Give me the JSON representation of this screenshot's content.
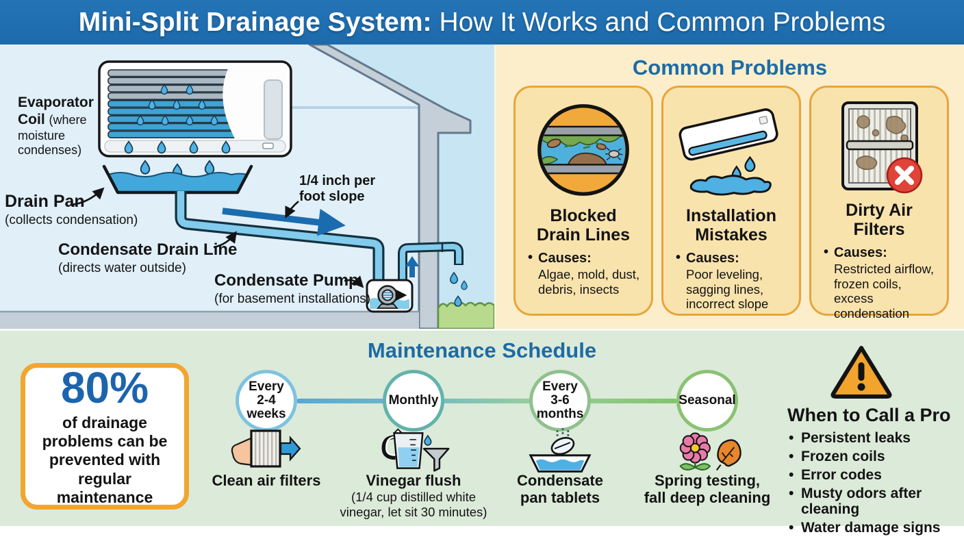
{
  "header": {
    "title_strong": "Mini-Split Drainage System:",
    "title_normal": "How It Works and Common Problems"
  },
  "diagram": {
    "evaporator": {
      "label": "Evaporator Coil ",
      "note": "(where moisture condenses)"
    },
    "drain_pan": {
      "label": "Drain Pan",
      "note": "(collects condensation)"
    },
    "drain_line": {
      "label": "Condensate Drain Line",
      "note": "(directs water outside)"
    },
    "pump": {
      "label": "Condensate Pump",
      "note": "(for basement installations)"
    },
    "slope": {
      "label": "1/4 inch per foot slope"
    }
  },
  "problems": {
    "heading": "Common Problems",
    "cards": [
      {
        "icon": "blocked-pipe-icon",
        "title": "Blocked\nDrain Lines",
        "causes_label": "Causes:",
        "causes": "Algae, mold, dust,\ndebris, insects"
      },
      {
        "icon": "leaking-unit-icon",
        "title": "Installation\nMistakes",
        "causes_label": "Causes:",
        "causes": "Poor leveling,\nsagging lines,\nincorrect slope"
      },
      {
        "icon": "dirty-filter-icon",
        "title": "Dirty Air\nFilters",
        "causes_label": "Causes:",
        "causes": "Restricted airflow,\nfrozen coils, excess\ncondensation"
      }
    ]
  },
  "maintenance": {
    "heading": "Maintenance Schedule",
    "stat": {
      "value": "80%",
      "text": "of drainage problems can be prevented with regular maintenance"
    },
    "timeline": [
      {
        "interval": "Every\n2-4\nweeks",
        "task": "Clean air filters",
        "note": "",
        "icon": "air-filter-hand-icon",
        "ring_color": "#7ec2e0",
        "ring_style": "border-color:#7ec2e0"
      },
      {
        "interval": "Monthly",
        "task": "Vinegar flush",
        "note": "(1/4 cup distilled white\nvinegar, let sit 30 minutes)",
        "icon": "measuring-cup-funnel-icon",
        "ring_color": "#63b2ac",
        "ring_style": "border-color:#63b2ac"
      },
      {
        "interval": "Every\n3-6\nmonths",
        "task": "Condensate\npan tablets",
        "note": "",
        "icon": "condensate-pan-tablet-icon",
        "ring_color": "#8fc18e",
        "ring_style": "border-color:#8fc18e"
      },
      {
        "interval": "Seasonal",
        "task": "Spring testing,\nfall deep cleaning",
        "note": "",
        "icon": "flower-leaf-icon",
        "ring_color": "#8ac273",
        "ring_style": "border-color:#8ac273"
      }
    ],
    "pro": {
      "heading": "When to Call a Pro",
      "items": [
        "Persistent leaks",
        "Frozen coils",
        "Error codes",
        "Musty odors after\ncleaning",
        "Water damage signs"
      ]
    }
  },
  "colors": {
    "header_bg": "#1f70b3",
    "accent_blue": "#1d6ba6",
    "stat_blue": "#1c64ad",
    "problems_bg": "#fceecb",
    "card_bg": "#f9e3ad",
    "card_border": "#e8a43c",
    "bottom_bg": "#dcead9",
    "stat_border": "#f1a62f",
    "warning_orange": "#f2a42c",
    "error_red": "#e04338",
    "water_blue": "#4fb0e4",
    "pipe_blue": "#82cbec",
    "grass_green": "#b7da8d"
  }
}
